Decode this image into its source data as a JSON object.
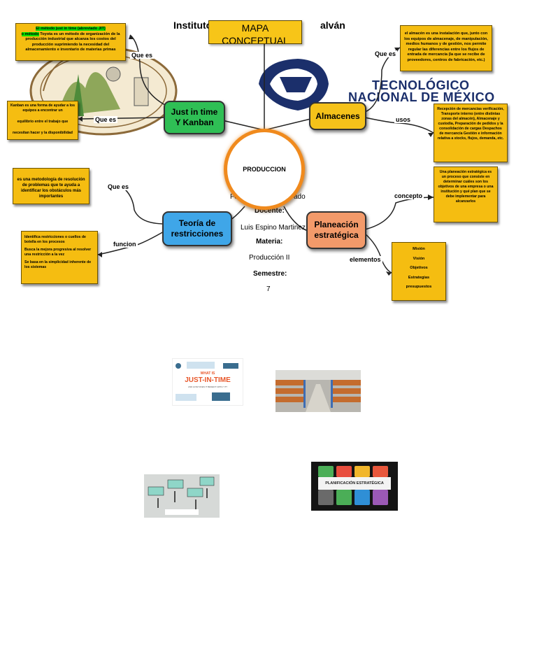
{
  "cover": {
    "institute_left": "Instituto",
    "institute_right": "alván",
    "fecha_fragment": "Fe",
    "fecha_fragment2": "ado",
    "docente_label": "Docente:",
    "docente_name": "Luis Espino Martinez",
    "materia_label": "Materia:",
    "materia_value": "Producción II",
    "semestre_label": "Semestre:",
    "semestre_value": "7"
  },
  "title": {
    "line1": "MAPA",
    "line2": "CONCEPTUAL"
  },
  "logo": {
    "line1": "TECNOLÓGICO",
    "line2": "NACIONAL DE MÉXICO",
    "color": "#1b2f6b"
  },
  "center": {
    "label": "PRODUCCION"
  },
  "nodes": {
    "jit": {
      "line1": "Just in time",
      "line2": "Y Kanban",
      "color": "#2fbf55"
    },
    "almacenes": {
      "label": "Almacenes",
      "color": "#f5c21a"
    },
    "teoria": {
      "line1": "Teoría de",
      "line2": "restricciones",
      "color": "#3fa6e8"
    },
    "planeacion": {
      "line1": "Planeación",
      "line2": "estratégica",
      "color": "#f39a6a"
    }
  },
  "labels": {
    "jit_que_es_top": "Que es",
    "jit_que_es_left": "Que es",
    "alm_que_es": "Que es",
    "alm_usos": "usos",
    "teo_que_es": "Que es",
    "teo_funcion": "funcion",
    "plan_concepto": "concepto",
    "plan_elementos": "elementos"
  },
  "boxes": {
    "jit_def": {
      "parts": [
        "El método just in time (abreviado JIT)",
        "o método",
        " Toyota es un método de organización de la ",
        "producción industrial",
        " que ",
        "alcanza los costos",
        " del ",
        "producción",
        " suprimiendo la necesidad del almacenamiento e inventario de materias primas"
      ]
    },
    "kanban_def": {
      "l1": "Kanban es una forma de ayudar a los equipos a encontrar un",
      "l2": "equilibrio  entre el trabajo que",
      "l3": "necesitan  hacer y la disponibilidad"
    },
    "alm_def": {
      "text": "el almacén es una instalación que, junto con los equipos de almacenaje, de manipulación, medios humanos y de gestión, nos permite regular las diferencias entre los flujos de entrada de mercancía (la que se recibe de proveedores, centros de fabricación, etc.)"
    },
    "alm_usos": {
      "text": "Recepción de mercancías verificación, Transporte interno (entre distintas zonas del almacén), Almacenaje y custodia, Preparación de pedidos y la consolidación de cargas Despachos de mercancía Gestión e información relativa a stocks, flujos, demanda, etc."
    },
    "teo_def": {
      "text": "es una metodología de resolución de problemas que te ayuda a identificar los obstáculos más importantes"
    },
    "teo_funcion": {
      "l1": "Identifica restricciones o cuellos de botella en los procesos",
      "l2": "Busca la mejora progresiva al resolver una restricción a la vez",
      "l3": "Se basa en la simplicidad inherente de los sistemas"
    },
    "plan_concepto": {
      "text": "Una planeación estratégica es un proceso que consiste en determinar cuáles son los objetivos de una empresa o una institución y qué plan que se debe implementar para alcanzarlos"
    },
    "plan_elementos": {
      "items": [
        "Misión",
        "Visión",
        "Objetivos",
        "Estrategias",
        "presupuestos"
      ]
    }
  },
  "images": {
    "jit_banner": {
      "line1": "WHAT IS",
      "line2": "JUST-IN-TIME",
      "line3": "AND HOW DOES IT BENEFIT APPLY IT?"
    },
    "planificacion": {
      "title": "PLANIFICACIÓN ESTRATÉGICA"
    }
  }
}
